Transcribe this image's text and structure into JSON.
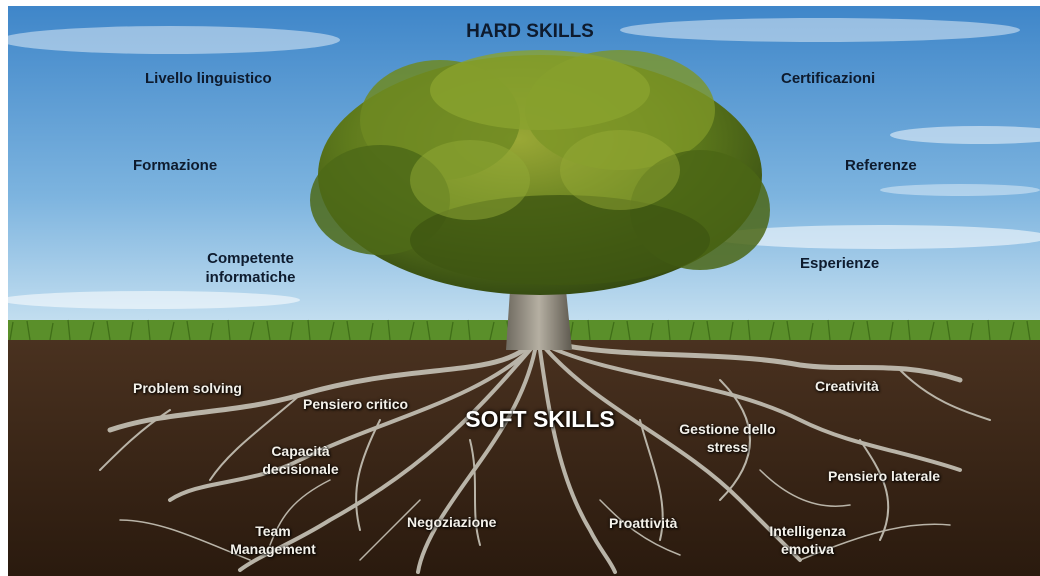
{
  "titles": {
    "hard": "HARD SKILLS",
    "soft": "SOFT SKILLS"
  },
  "hard_skills": {
    "livello_linguistico": "Livello linguistico",
    "formazione": "Formazione",
    "competente_informatiche_line1": "Competente",
    "competente_informatiche_line2": "informatiche",
    "certificazioni": "Certificazioni",
    "referenze": "Referenze",
    "esperienze": "Esperienze"
  },
  "soft_skills": {
    "problem_solving": "Problem solving",
    "pensiero_critico": "Pensiero critico",
    "capacita_decisionale_line1": "Capacità",
    "capacita_decisionale_line2": "decisionale",
    "team_management_line1": "Team",
    "team_management_line2": "Management",
    "negoziazione": "Negoziazione",
    "proattivita": "Proattività",
    "gestione_stress_line1": "Gestione dello",
    "gestione_stress_line2": "stress",
    "creativita": "Creatività",
    "pensiero_laterale": "Pensiero laterale",
    "intelligenza_emotiva_line1": "Intelligenza",
    "intelligenza_emotiva_line2": "emotiva"
  },
  "colors": {
    "sky_top": "#3f86c9",
    "sky_bottom": "#b9d8ee",
    "grass": "#5a8f2a",
    "soil": "#3a2616",
    "foliage": "#5f7a1e",
    "roots": "#b9b4a8",
    "hard_text": "#0e1b2e",
    "soft_text": "#f4f1ea"
  }
}
